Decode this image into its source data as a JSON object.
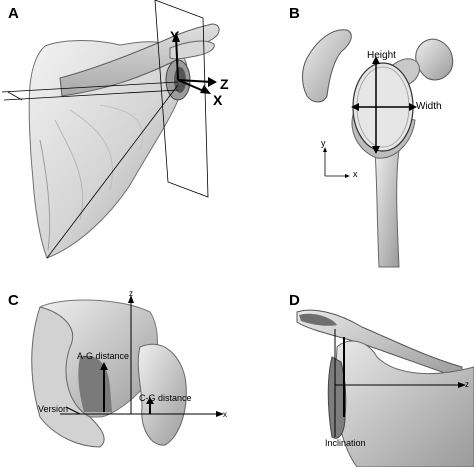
{
  "panels": {
    "a": {
      "letter": "A",
      "axes": {
        "y": "Y",
        "z": "Z",
        "x": "X"
      }
    },
    "b": {
      "letter": "B",
      "measures": {
        "height": "Height",
        "width": "Width"
      },
      "axes": {
        "y": "y",
        "x": "x"
      }
    },
    "c": {
      "letter": "C",
      "axes": {
        "z": "z",
        "x": "x"
      },
      "measures": {
        "ag": "A-G distance",
        "cg": "C-G distance",
        "version": "Version"
      }
    },
    "d": {
      "letter": "D",
      "axes": {
        "z": "z"
      },
      "measures": {
        "inclination": "Inclination"
      }
    }
  },
  "colors": {
    "bone_light": "#eeeeee",
    "bone_mid": "#c8c8c8",
    "bone_shadow": "#8f8f8f",
    "line": "#000000"
  }
}
